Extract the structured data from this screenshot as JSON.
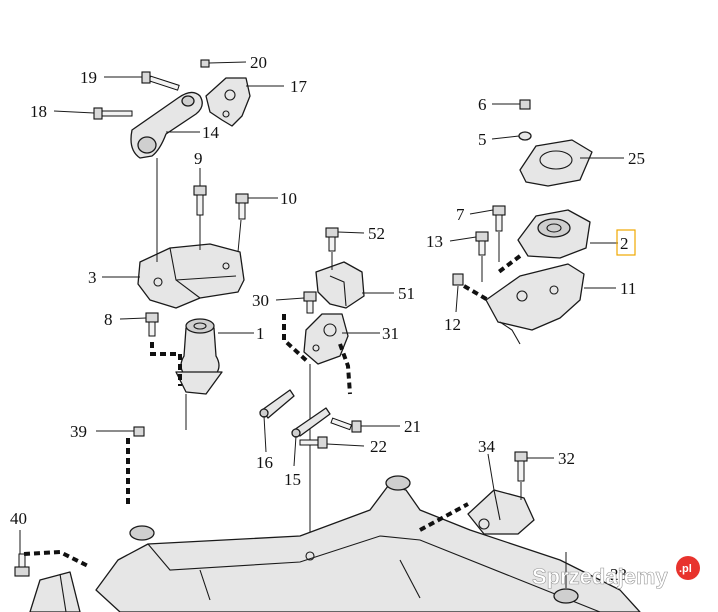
{
  "callouts": [
    {
      "id": "c1",
      "text": "1"
    },
    {
      "id": "c2",
      "text": "2"
    },
    {
      "id": "c3",
      "text": "3"
    },
    {
      "id": "c5",
      "text": "5"
    },
    {
      "id": "c6",
      "text": "6"
    },
    {
      "id": "c7",
      "text": "7"
    },
    {
      "id": "c8",
      "text": "8"
    },
    {
      "id": "c9",
      "text": "9"
    },
    {
      "id": "c10",
      "text": "10"
    },
    {
      "id": "c11",
      "text": "11"
    },
    {
      "id": "c12",
      "text": "12"
    },
    {
      "id": "c13",
      "text": "13"
    },
    {
      "id": "c14",
      "text": "14"
    },
    {
      "id": "c15",
      "text": "15"
    },
    {
      "id": "c16",
      "text": "16"
    },
    {
      "id": "c17",
      "text": "17"
    },
    {
      "id": "c18",
      "text": "18"
    },
    {
      "id": "c19",
      "text": "19"
    },
    {
      "id": "c20",
      "text": "20"
    },
    {
      "id": "c21",
      "text": "21"
    },
    {
      "id": "c22",
      "text": "22"
    },
    {
      "id": "c23",
      "text": "23"
    },
    {
      "id": "c25",
      "text": "25"
    },
    {
      "id": "c30",
      "text": "30"
    },
    {
      "id": "c31",
      "text": "31"
    },
    {
      "id": "c32",
      "text": "32"
    },
    {
      "id": "c34",
      "text": "34"
    },
    {
      "id": "c39",
      "text": "39"
    },
    {
      "id": "c40",
      "text": "40"
    },
    {
      "id": "c51",
      "text": "51"
    },
    {
      "id": "c52",
      "text": "52"
    }
  ],
  "highlighted_callout": "2",
  "watermark": {
    "text": "Sprzedajemy",
    "badge": ".pl",
    "accent_color": "#e8332d"
  }
}
